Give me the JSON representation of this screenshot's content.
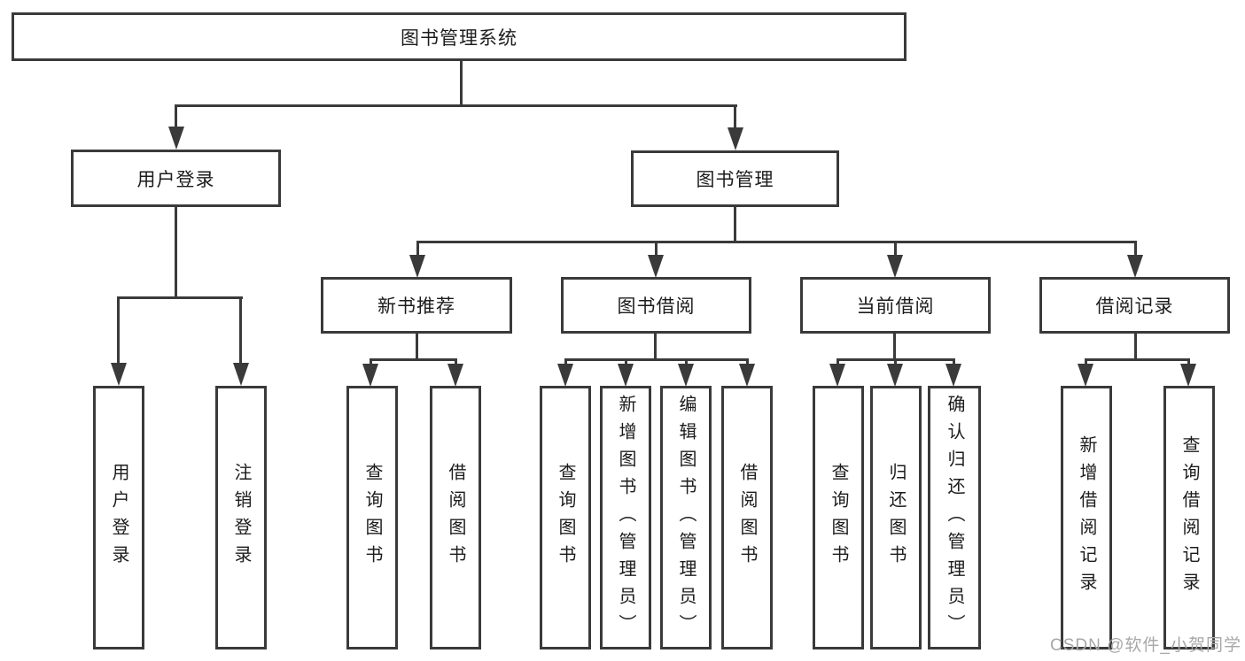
{
  "diagram_title": "图书管理系统",
  "nodes": {
    "root": "图书管理系统",
    "user_login": "用户登录",
    "book_mgmt": "图书管理",
    "new_book_rec": "新书推荐",
    "book_borrow": "图书借阅",
    "current_borrow": "当前借阅",
    "borrow_record": "借阅记录",
    "leaf_user_login": "用户登录",
    "leaf_logout": "注销登录",
    "leaf_nb_query": "查询图书",
    "leaf_nb_borrow": "借阅图书",
    "leaf_bb_query": "查询图书",
    "leaf_bb_add": "新增图书（管理员）",
    "leaf_bb_edit": "编辑图书（管理员）",
    "leaf_bb_borrow": "借阅图书",
    "leaf_cb_query": "查询图书",
    "leaf_cb_return": "归还图书",
    "leaf_cb_confirm": "确认归还（管理员）",
    "leaf_br_add": "新增借阅记录",
    "leaf_br_query": "查询借阅记录"
  },
  "watermark": "CSDN @软件_小贺同学",
  "colors": {
    "line": "#3a3a3a",
    "text": "#1c1c1c",
    "watermark": "#a8a8a8",
    "background": "#ffffff"
  }
}
